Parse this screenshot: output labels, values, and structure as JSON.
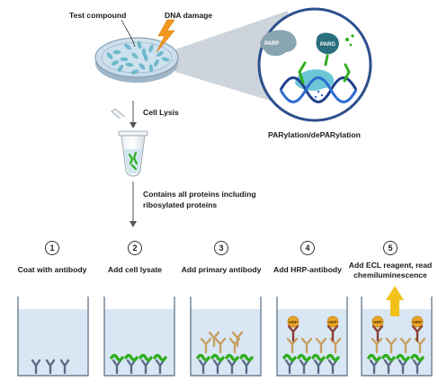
{
  "labels": {
    "test_compound": "Test compound",
    "dna_damage": "DNA damage",
    "cell_lysis": "Cell Lysis",
    "parylation": "PARylation/dePARylation",
    "proteins_line1": "Contains all proteins including",
    "proteins_line2": "ribosylated proteins"
  },
  "zoom_labels": {
    "parp": "PARP",
    "parg": "PARG"
  },
  "steps": [
    {
      "number": "1",
      "label": "Coat with antibody"
    },
    {
      "number": "2",
      "label": "Add cell lysate"
    },
    {
      "number": "3",
      "label": "Add primary antibody"
    },
    {
      "number": "4",
      "label": "Add HRP-antibody"
    },
    {
      "number": "5",
      "label": "Add ECL reagent, read",
      "label2": "chemiluminescence"
    }
  ],
  "hrp_label": "HRP",
  "colors": {
    "well_liquid": "#d9e6f3",
    "well_border": "#6d7f92",
    "capture_antibody": "#5c6b85",
    "protein_green": "#2fae1e",
    "primary_antibody": "#c7a062",
    "secondary_antibody": "#8a3e35",
    "hrp": "#e8a52a",
    "arrow": "#555555",
    "signal_arrow": "#f2c21b",
    "dna_blue": "#1f3f8a"
  }
}
